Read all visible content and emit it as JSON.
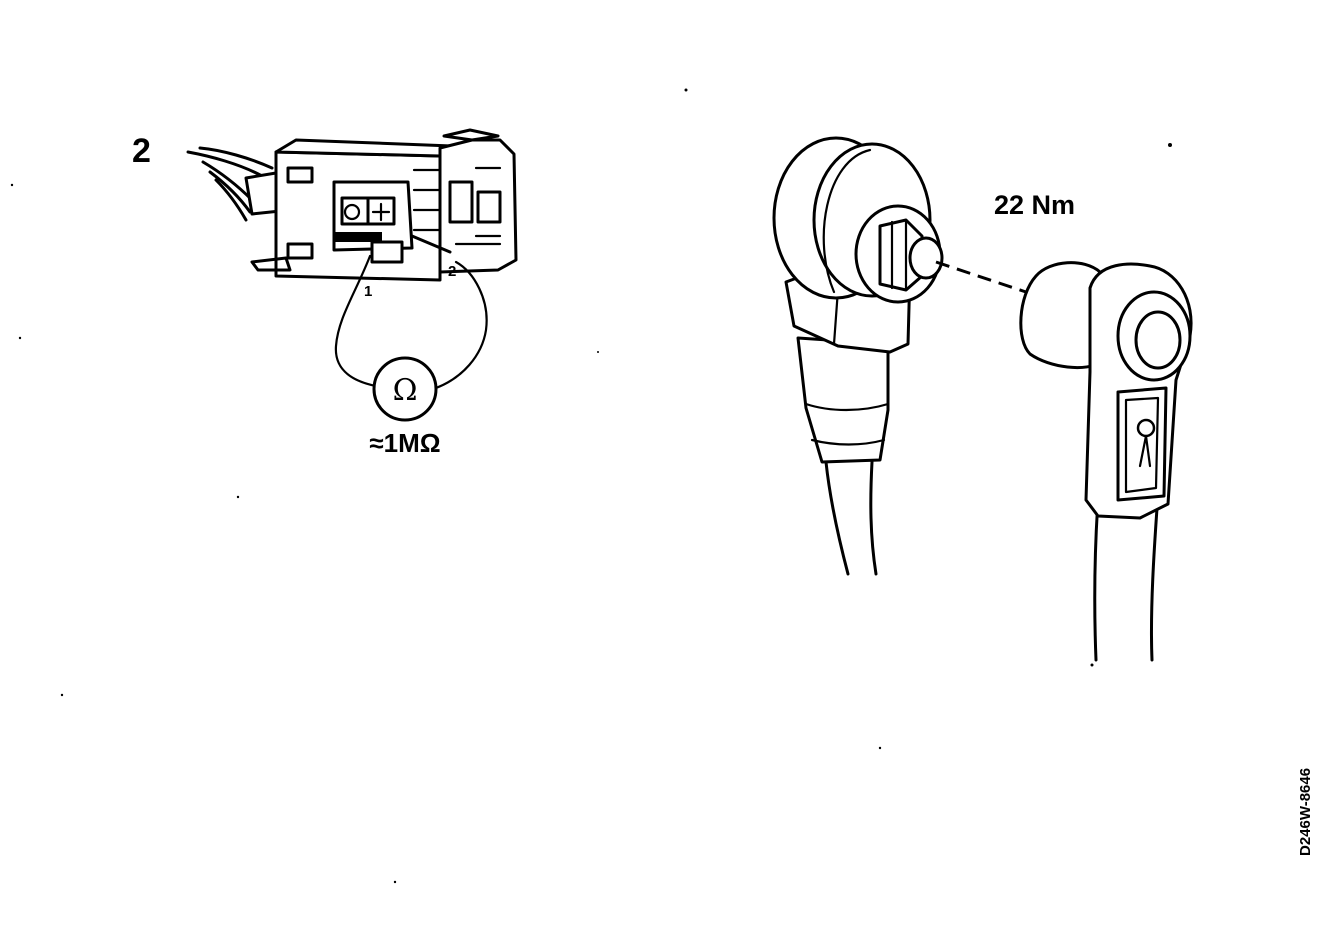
{
  "step_number": "2",
  "connector": {
    "pin_1_label": "1",
    "pin_2_label": "2"
  },
  "ohmmeter": {
    "symbol": "Ω",
    "reading": "≈1MΩ"
  },
  "torque_spec": "22 Nm",
  "figure_reference": "D246W-8646",
  "colors": {
    "ink": "#000000",
    "paper": "#ffffff"
  }
}
